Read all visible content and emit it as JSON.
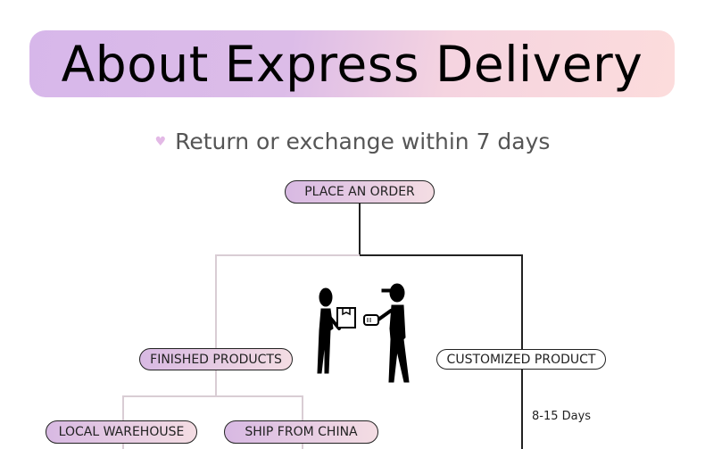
{
  "title": "About Express Delivery",
  "subtitle": "Return or exchange within 7 days",
  "subtitle_icon": "heart-icon",
  "flow": {
    "place_order": "PLACE AN ORDER",
    "finished_products": "FINISHED PRODUCTS",
    "customized_product": "CUSTOMIZED PRODUCT",
    "local_warehouse": "LOCAL WAREHOUSE",
    "ship_from_china": "SHIP FROM CHINA",
    "customized_time": "8-15 Days"
  },
  "illustration": "delivery-handover-icon",
  "colors": {
    "gradient_start": "#d7b7ea",
    "gradient_end": "#fcdcdc"
  }
}
